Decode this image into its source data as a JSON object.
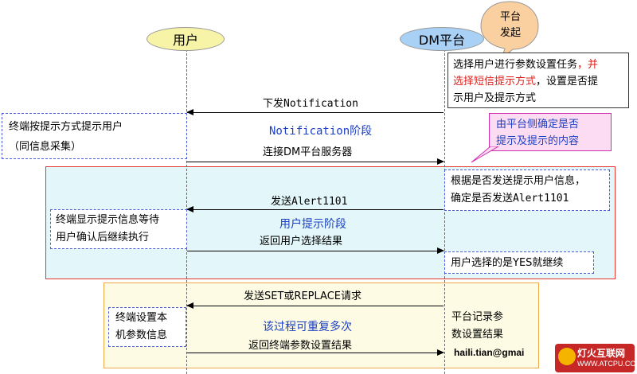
{
  "actors": {
    "user": "用户",
    "platform": "DM平台",
    "initiator_bubble": [
      "平台",
      "发起"
    ]
  },
  "platform_task": {
    "line1_normal": "选择用户进行参数设置任务",
    "line1_red": "，并",
    "line2_red": "选择短信提示方式",
    "line2_normal": "，设置是否提",
    "line3": "示用户及提示方式"
  },
  "notification_phase": {
    "msg_down": "下发Notification",
    "phase_label": "Notification阶段",
    "msg_connect": "连接DM平台服务器",
    "terminal_note_line1": "终端按提示方式提示用户",
    "terminal_note_line2": "（同信息采集）",
    "callout_line1": "由平台侧确定是否",
    "callout_line2": "提示及提示的内容"
  },
  "user_prompt_phase": {
    "platform_note_line1": "根据是否发送提示用户信息，",
    "platform_note_line2": "确定是否发送Alert1101",
    "msg_alert": "发送Alert1101",
    "phase_label": "用户提示阶段",
    "msg_return": "返回用户选择结果",
    "terminal_note_line1": "终端显示提示信息等待",
    "terminal_note_line2": "用户确认后继续执行",
    "platform_yes_note": "用户选择的是YES就继续"
  },
  "set_phase": {
    "msg_set": "发送SET或REPLACE请求",
    "phase_label": "该过程可重复多次",
    "msg_return": "返回终端参数设置结果",
    "terminal_note_line1": "终端设置本",
    "terminal_note_line2": "机参数信息",
    "platform_note_line1": "平台记录参",
    "platform_note_line2": "数设置结果"
  },
  "footer": {
    "author": "haili.tian@gmai",
    "site_cn": "灯火互联网",
    "site_url": "WWW.ATCPU.COM"
  },
  "colors": {
    "user_oval": "#f7f4a8",
    "platform_oval": "#a9d0f5",
    "bubble": "#fbd0a0",
    "phase2_bg": "#e3f7fa",
    "phase2_border": "#e8372f",
    "phase3_bg": "#fdfbe4",
    "phase3_border": "#f0a94a",
    "callout_bg": "#fcdcf3",
    "callout_border": "#d12fb0"
  }
}
